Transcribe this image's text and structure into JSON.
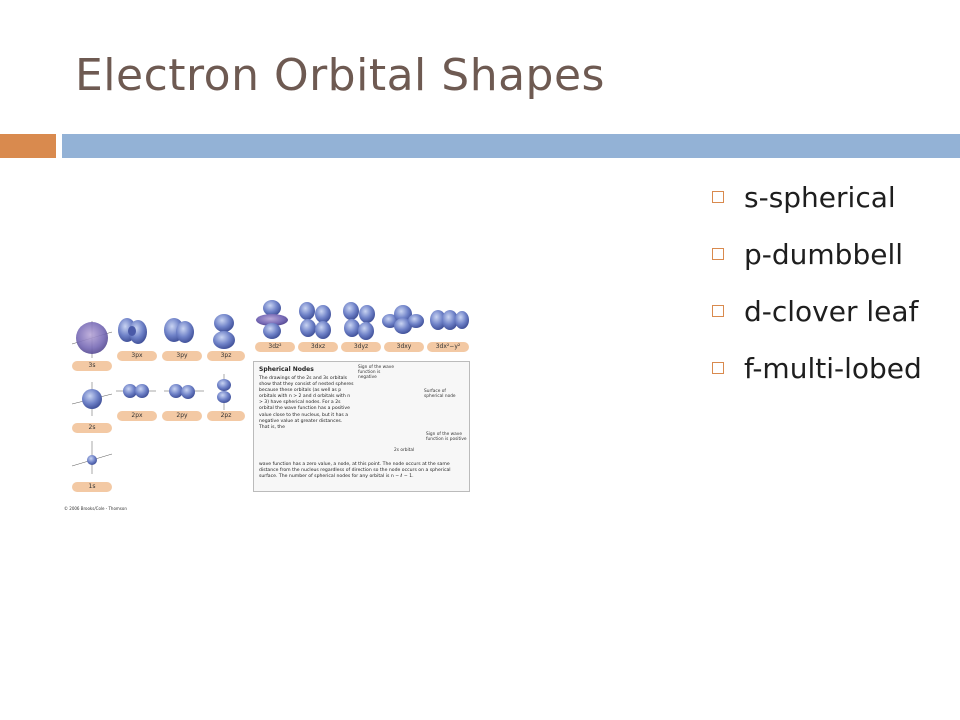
{
  "slide": {
    "title": "Electron Orbital Shapes",
    "bullets": [
      "s-spherical",
      "p-dumbbell",
      "d-clover leaf",
      "f-multi-lobed"
    ]
  },
  "figure": {
    "labels": {
      "s3": "3s",
      "s2": "2s",
      "s1": "1s",
      "p3x": "3px",
      "p3y": "3py",
      "p3z": "3pz",
      "p2x": "2px",
      "p2y": "2py",
      "p2z": "2pz",
      "d1": "3dz²",
      "d2": "3dxz",
      "d3": "3dyz",
      "d4": "3dxy",
      "d5": "3dx²−y²"
    },
    "info": {
      "title": "Spherical Nodes",
      "text": "The drawings of the 2s and 3s orbitals show that they consist of nested spheres because these orbitals (as well as p orbitals with n > 2 and d orbitals with n > 3) have spherical nodes. For a 2s orbital the wave function has a positive value close to the nucleus, but it has a negative value at greater distances. That is, the",
      "bottom": "wave function has a zero value, a node, at this point. The node occurs at the same distance from the nucleus regardless of direction so the node occurs on a spherical surface. The number of spherical nodes for any orbital is n − ℓ − 1.",
      "ann_negative": "Sign of the wave function is negative",
      "ann_surface": "Surface of spherical node",
      "ann_positive": "Sign of the wave function is positive",
      "ann_orbital": "2s orbital"
    },
    "copyright": "© 2006 Brooks/Cole - Thomson"
  }
}
